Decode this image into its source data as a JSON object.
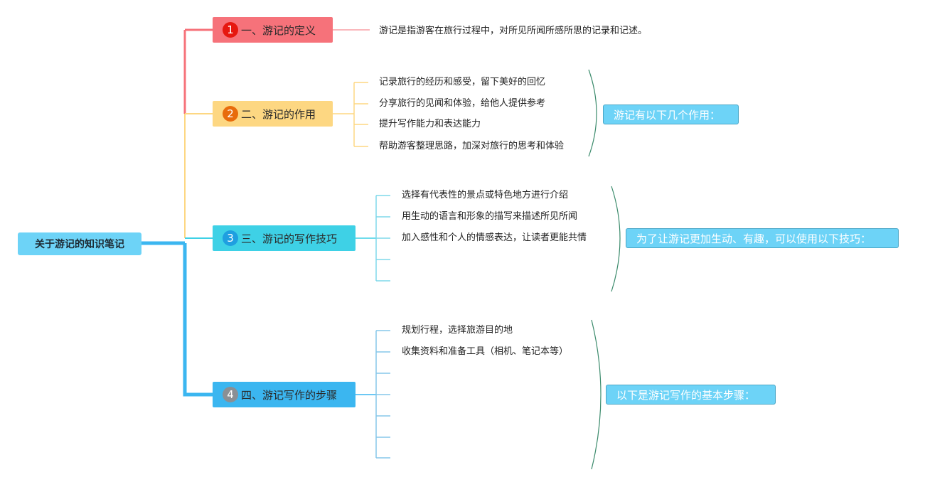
{
  "root": {
    "label": "关于游记的知识笔记"
  },
  "branches": [
    {
      "num": "1",
      "label": "一、游记的定义",
      "color": "#f6727a",
      "badge_color": "#e6170f",
      "items": [
        "游记是指游客在旅行过程中，对所见所闻所感所思的记录和记述。"
      ]
    },
    {
      "num": "2",
      "label": "二、游记的作用",
      "color": "#fdd782",
      "badge_color": "#e86c0c",
      "items": [
        "记录旅行的经历和感受，留下美好的回忆",
        "分享旅行的见闻和体验，给他人提供参考",
        "提升写作能力和表达能力",
        "帮助游客整理思路，加深对旅行的思考和体验"
      ],
      "summary": "游记有以下几个作用："
    },
    {
      "num": "3",
      "label": "三、游记的写作技巧",
      "color": "#3ed1e6",
      "badge_color": "#1f9fe0",
      "items": [
        "选择有代表性的景点或特色地方进行介绍",
        "用生动的语言和形象的描写来描述所见所闻",
        "加入感性和个人的情感表达，让读者更能共情",
        "",
        ""
      ],
      "summary": "为了让游记更加生动、有趣，可以使用以下技巧："
    },
    {
      "num": "4",
      "label": "四、游记写作的步骤",
      "color": "#3bb6f0",
      "badge_color": "#8a8f94",
      "items": [
        "规划行程，选择旅游目的地",
        "收集资料和准备工具（相机、笔记本等）",
        "",
        "",
        "",
        "",
        ""
      ],
      "summary": "以下是游记写作的基本步骤："
    }
  ]
}
